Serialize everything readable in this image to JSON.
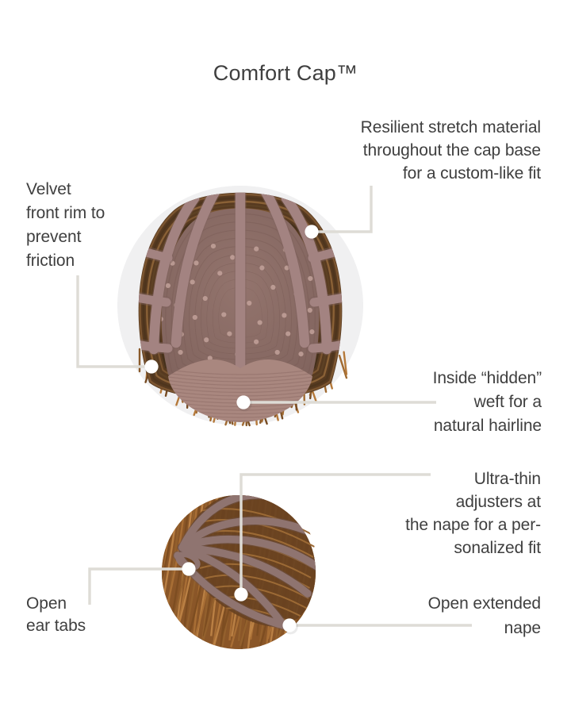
{
  "title": "Comfort Cap™",
  "labels": {
    "stretch_material": "Resilient stretch material\nthroughout the cap base\nfor a custom-like fit",
    "velvet_rim": "Velvet\nfront rim to\nprevent\nfriction",
    "hidden_weft": "Inside “hidden”\nweft for a\nnatural hairline",
    "adjusters": "Ultra-thin\nadjusters at\nthe nape for a per-\nsonalized fit",
    "ear_tabs": "Open\near tabs",
    "extended_nape": "Open extended\nnape"
  },
  "markers": [
    "stretch-material-dot",
    "velvet-rim-dot",
    "hidden-weft-dot",
    "adjusters-dot",
    "ear-tabs-dot",
    "extended-nape-dot"
  ],
  "colors": {
    "text": "#3f3f3f",
    "background": "#ffffff",
    "connector_line": "#dedcd6",
    "marker_dot": "#ffffff",
    "photo_backdrop": "#f0f0f1",
    "cap_mesh": "#8a6b66",
    "cap_strap": "#a38381",
    "nape_panel": "#a9877f",
    "weft_hair_dark": "#573a20",
    "hair_copper": "#aa7036"
  }
}
